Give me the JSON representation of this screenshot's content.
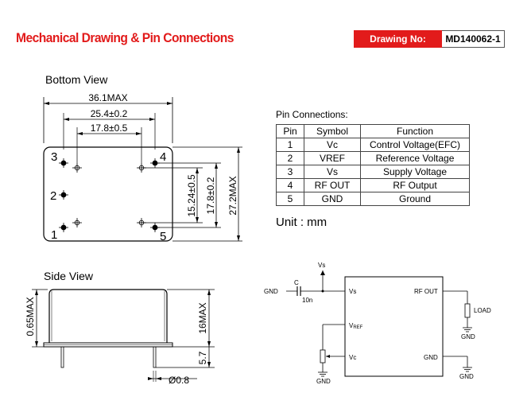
{
  "header": {
    "title": "Mechanical Drawing & Pin Connections",
    "drawing_no_label": "Drawing No:",
    "drawing_no_value": "MD140062-1"
  },
  "bottom_view": {
    "title": "Bottom View",
    "dim_width": "36.1MAX",
    "dim_pin_outer": "25.4±0.2",
    "dim_pin_inner": "17.8±0.5",
    "dim_pin_vert_1": "15.24±0.5",
    "dim_pin_vert_2": "17.8±0.2",
    "dim_height": "27.2MAX",
    "pin_numbers": [
      "3",
      "4",
      "2",
      "1",
      "5"
    ]
  },
  "side_view": {
    "title": "Side View",
    "dim_base": "0.65MAX",
    "dim_body": "16MAX",
    "dim_pin_len": "5.7",
    "dim_pin_dia": "Ø0.8"
  },
  "pin_connections": {
    "title": "Pin Connections:",
    "headers": [
      "Pin",
      "Symbol",
      "Function"
    ],
    "rows": [
      [
        "1",
        "Vc",
        "Control Voltage(EFC)"
      ],
      [
        "2",
        "VREF",
        "Reference Voltage"
      ],
      [
        "3",
        "Vs",
        "Supply Voltage"
      ],
      [
        "4",
        "RF OUT",
        "RF Output"
      ],
      [
        "5",
        "GND",
        "Ground"
      ]
    ]
  },
  "unit_text": "Unit :  mm",
  "schematic": {
    "vs_top": "Vs",
    "gnd_left": "GND",
    "cap_label": "C",
    "cap_value": "10n",
    "pin_vs": "Vs",
    "pin_vref_main": "V",
    "pin_vref_sub": "REF",
    "pin_vc": "Vc",
    "pin_rfout": "RF OUT",
    "pin_gnd": "GND",
    "load": "LOAD",
    "gnd_load": "GND",
    "gnd_right": "GND",
    "gnd_pot": "GND"
  }
}
